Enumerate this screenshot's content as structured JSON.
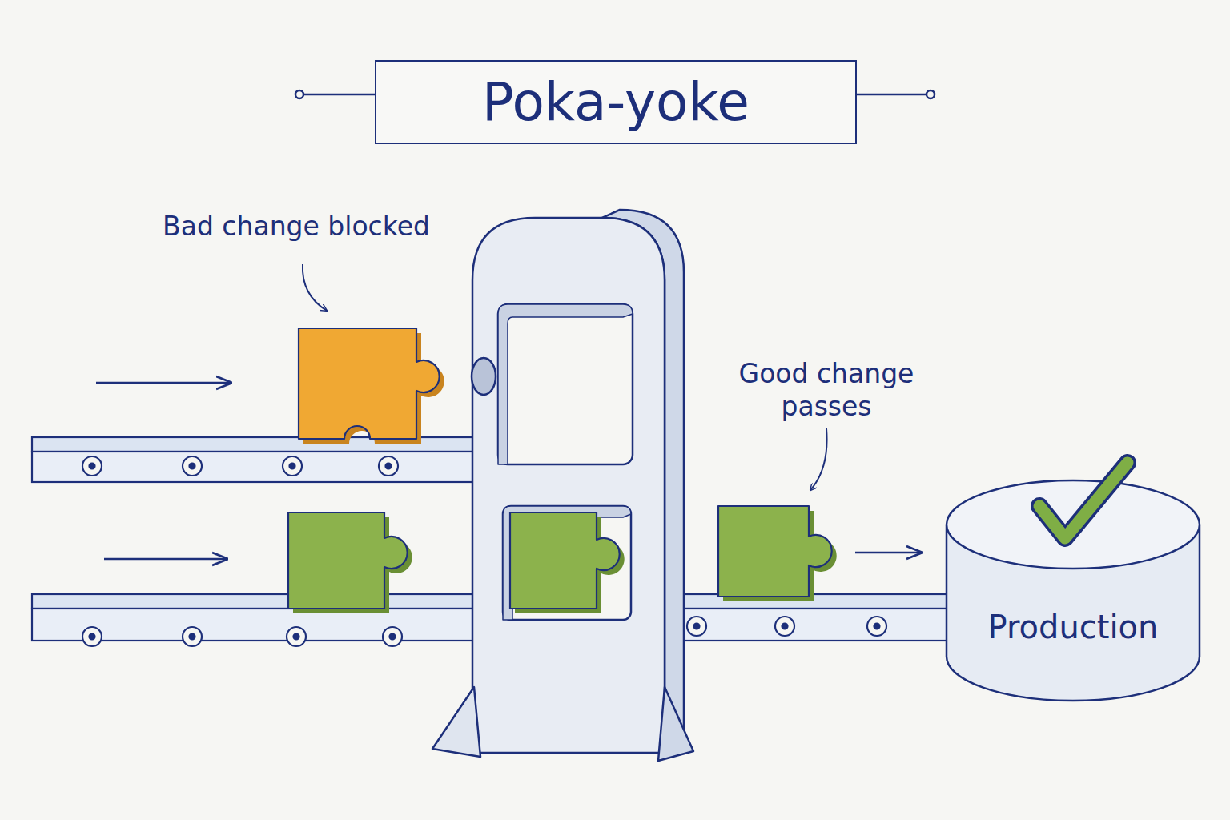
{
  "diagram": {
    "title": "Poka-yoke",
    "nodes": [
      {
        "text": [
          "Production"
        ]
      }
    ],
    "labels": [
      "Bad change blocked",
      "Good change passes"
    ]
  }
}
